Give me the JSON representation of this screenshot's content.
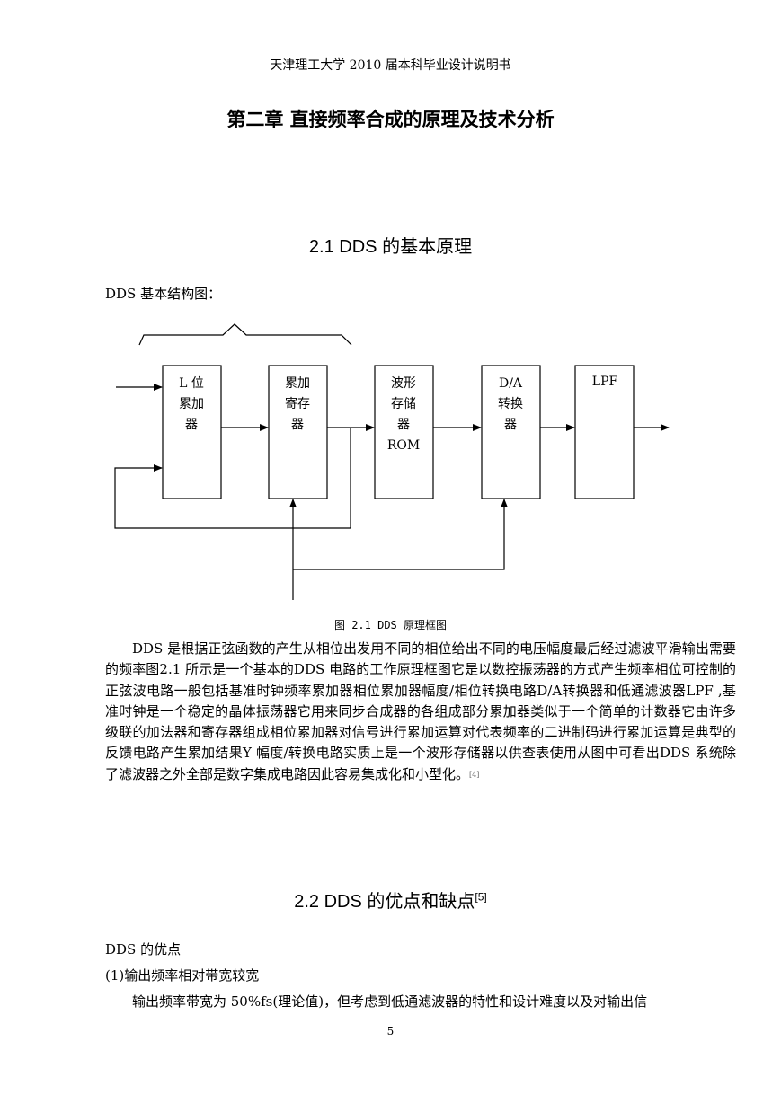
{
  "header": {
    "text": "天津理工大学 2010 届本科毕业设计说明书"
  },
  "chapter": {
    "title": "第二章 直接频率合成的原理及技术分析"
  },
  "section1": {
    "title": "2.1 DDS 的基本原理",
    "intro": "DDS 基本结构图："
  },
  "diagram": {
    "blocks": [
      {
        "lines": [
          "L 位",
          "累加",
          "器"
        ]
      },
      {
        "lines": [
          "累加",
          "寄存",
          "器"
        ]
      },
      {
        "lines": [
          "波形",
          "存储",
          "器",
          "ROM"
        ]
      },
      {
        "lines": [
          "D/A",
          "转换",
          "器"
        ]
      },
      {
        "lines": [
          "LPF"
        ]
      }
    ]
  },
  "figure": {
    "caption": "图 2.1 DDS 原理框图"
  },
  "paragraph1": {
    "text": "DDS 是根据正弦函数的产生从相位出发用不同的相位给出不同的电压幅度最后经过滤波平滑输出需要的频率图2.1 所示是一个基本的DDS 电路的工作原理框图它是以数控振荡器的方式产生频率相位可控制的正弦波电路一般包括基准时钟频率累加器相位累加器幅度/相位转换电路D/A转换器和低通滤波器LPF ,基准时钟是一个稳定的晶体振荡器它用来同步合成器的各组成部分累加器类似于一个简单的计数器它由许多级联的加法器和寄存器组成相位累加器对信号进行累加运算对代表频率的二进制码进行累加运算是典型的反馈电路产生累加结果Y 幅度/转换电路实质上是一个波形存储器以供查表使用从图中可看出DDS 系统除了滤波器之外全部是数字集成电路因此容易集成化和小型化。",
    "citation": "[4]"
  },
  "section2": {
    "title": "2.2 DDS 的优点和缺点",
    "citation": "[5]",
    "subheading": "DDS 的优点",
    "item1": "(1)输出频率相对带宽较宽",
    "body": "输出频率带宽为 50%fs(理论值)，但考虑到低通滤波器的特性和设计难度以及对输出信"
  },
  "footer": {
    "page_number": "5"
  }
}
